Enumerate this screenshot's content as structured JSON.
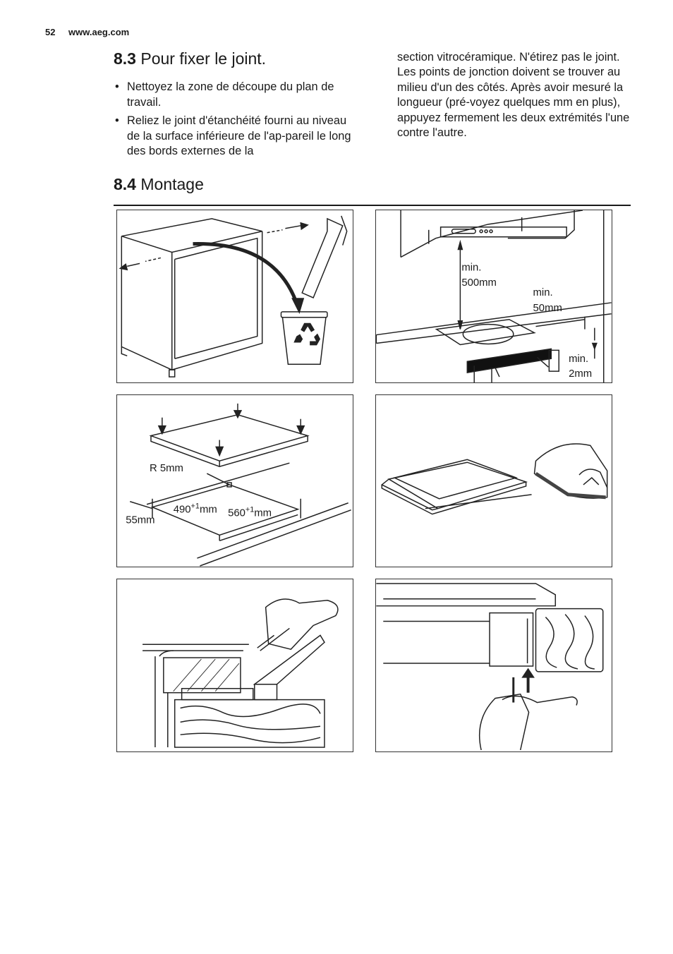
{
  "header": {
    "page_number": "52",
    "website": "www.aeg.com"
  },
  "section_8_3": {
    "number": "8.3",
    "title": "Pour fixer le joint.",
    "bullets": [
      "Nettoyez la zone de découpe du plan de travail.",
      "Reliez le joint d'étanchéité fourni au niveau de la surface inférieure de l'ap-pareil le long des bords externes de la"
    ],
    "continuation": "section vitrocéramique. N'étirez pas le joint. Les points de jonction doivent se trouver au milieu d'un des côtés. Après avoir mesuré la longueur (pré-voyez quelques mm en plus), appuyez fermement les deux extrémités l'une contre l'autre."
  },
  "section_8_4": {
    "number": "8.4",
    "title": "Montage"
  },
  "figures": {
    "fig2": {
      "min_label": "min.",
      "dim_500": "500mm",
      "dim_50": "50mm",
      "dim_2": "2mm"
    },
    "fig3": {
      "radius": "R 5mm",
      "depth_value": "490",
      "width_value": "560",
      "tolerance": "+1",
      "unit": "mm",
      "edge_dim": "55mm"
    }
  },
  "colors": {
    "text": "#1a1a1a",
    "line": "#333333"
  }
}
